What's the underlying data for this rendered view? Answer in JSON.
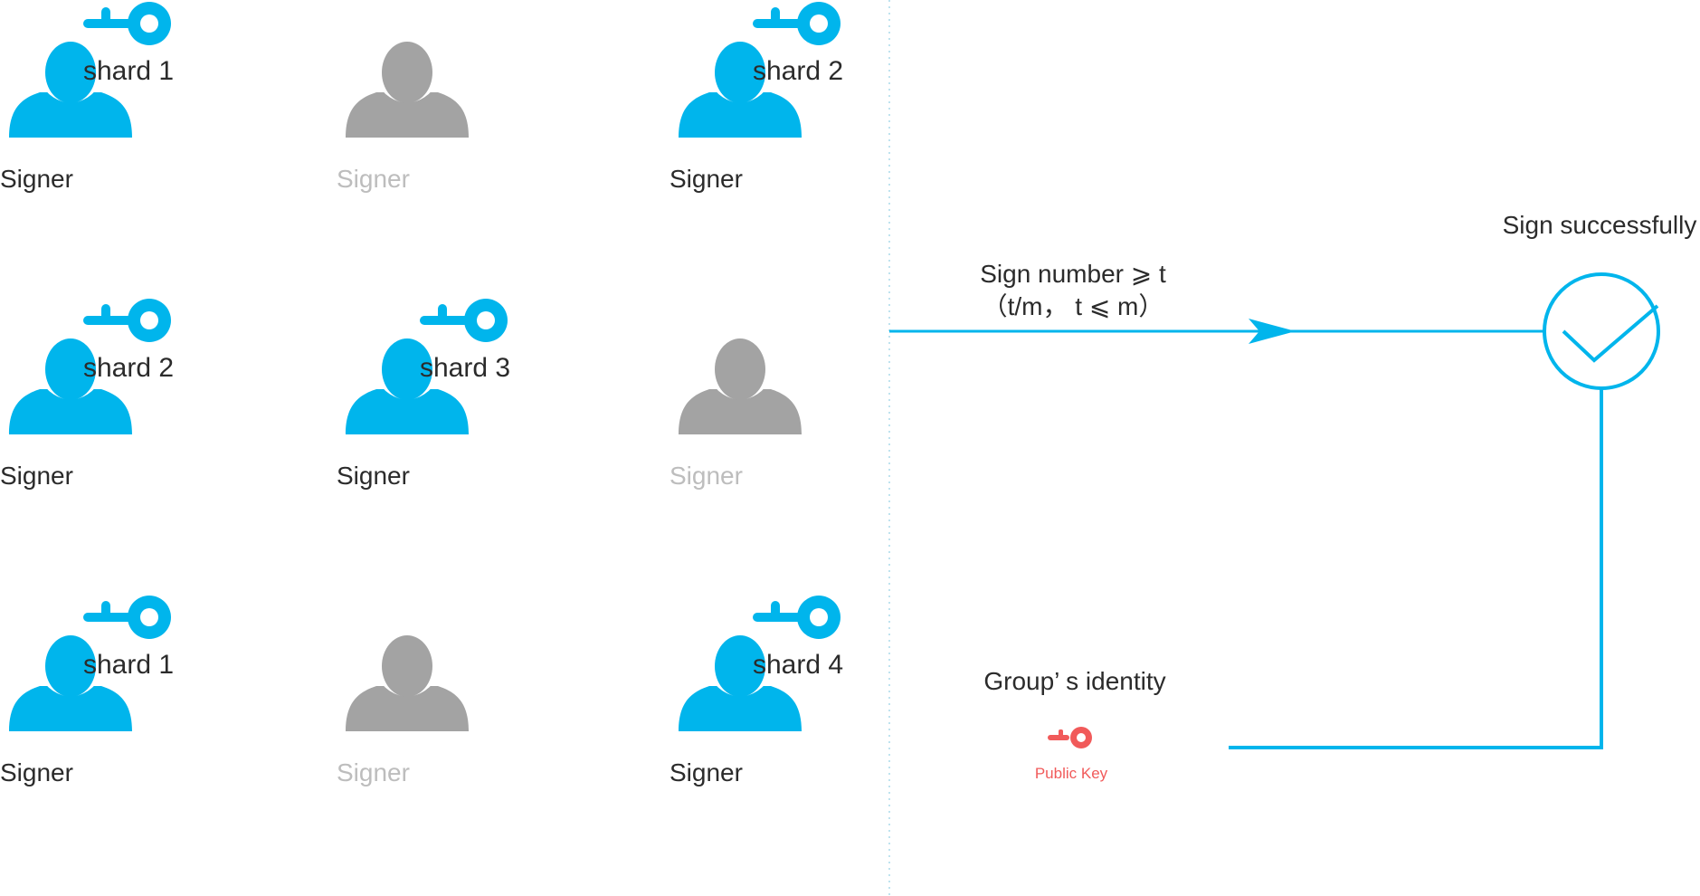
{
  "colors": {
    "active": "#00b5ec",
    "inactive": "#a3a3a3",
    "label_active": "#2b2b2b",
    "label_inactive": "#bdbdbd",
    "public_key": "#f15a5a",
    "divider": "#bfe3ef"
  },
  "signers": [
    {
      "label": "Signer",
      "active": true,
      "shard": "shard 1"
    },
    {
      "label": "Signer",
      "active": false,
      "shard": null
    },
    {
      "label": "Signer",
      "active": true,
      "shard": "shard 2"
    },
    {
      "label": "Signer",
      "active": true,
      "shard": "shard 2"
    },
    {
      "label": "Signer",
      "active": true,
      "shard": "shard 3"
    },
    {
      "label": "Signer",
      "active": false,
      "shard": null
    },
    {
      "label": "Signer",
      "active": true,
      "shard": "shard 1"
    },
    {
      "label": "Signer",
      "active": false,
      "shard": null
    },
    {
      "label": "Signer",
      "active": true,
      "shard": "shard 4"
    }
  ],
  "flow": {
    "condition_line1": "Sign number ⩾ t",
    "condition_line2": "（t/m， t ⩽ m）",
    "result_label": "Sign successfully",
    "group_identity": "Group’ s identity",
    "public_key_label": "Public Key"
  },
  "icons": {
    "signer": "person-icon",
    "shard": "key-icon",
    "success": "check-circle-icon",
    "public_key": "key-icon"
  }
}
